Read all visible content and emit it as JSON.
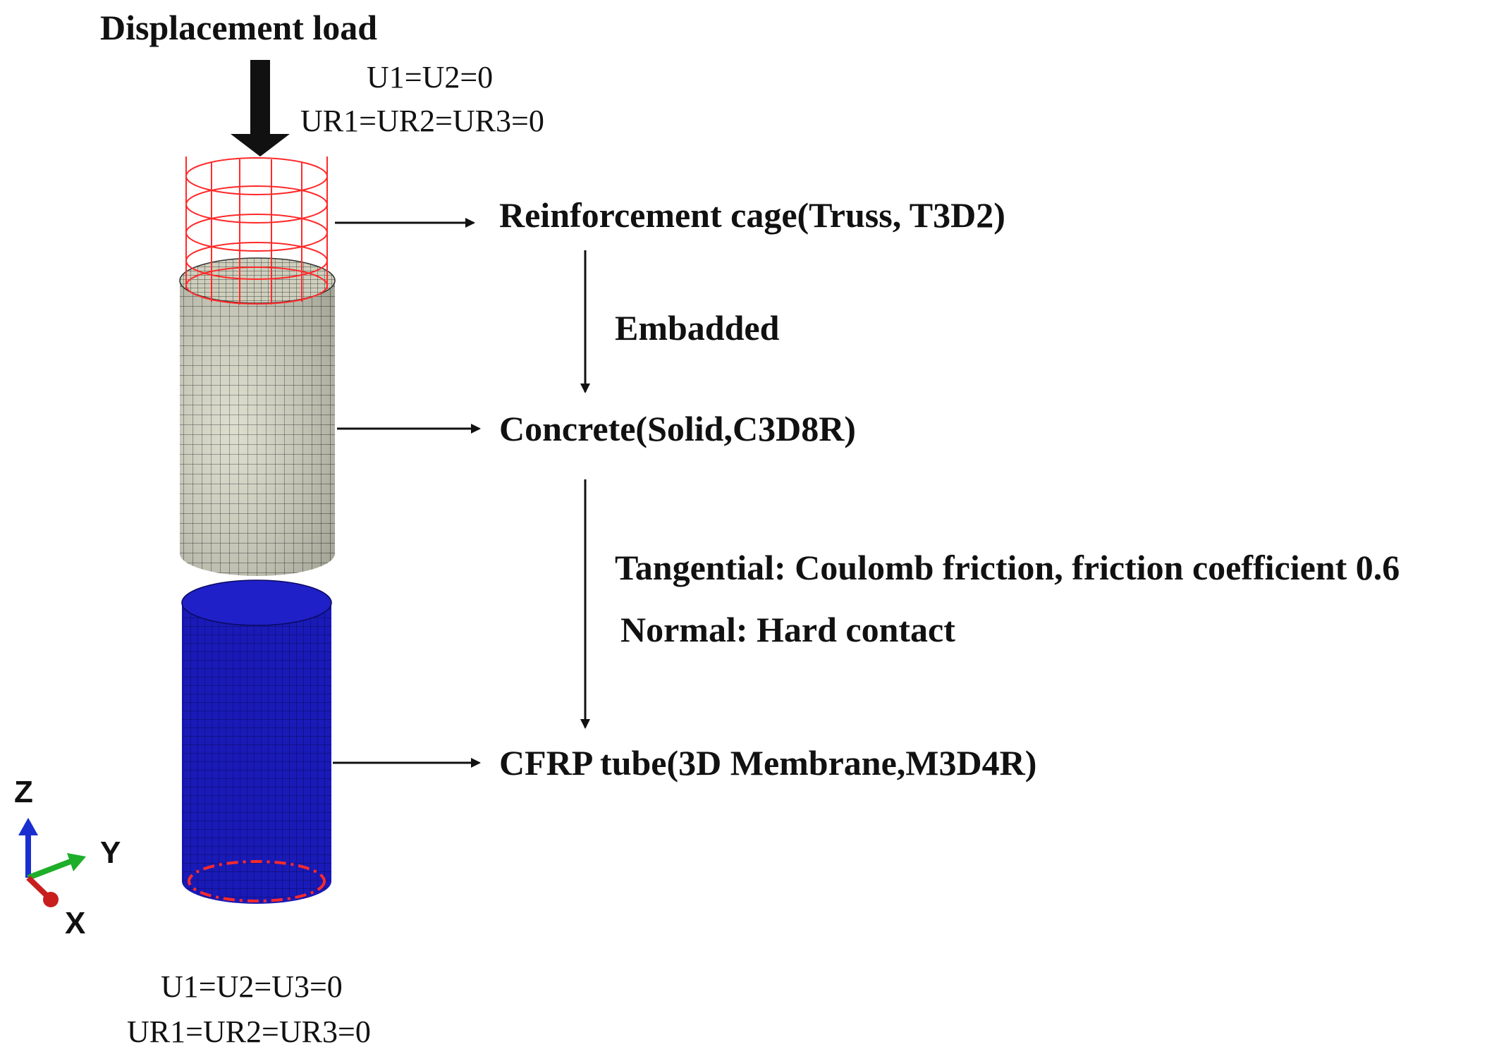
{
  "load": {
    "title": "Displacement load",
    "top_bc_line1": "U1=U2=0",
    "top_bc_line2": "UR1=UR2=UR3=0"
  },
  "components": {
    "reinforcement": "Reinforcement cage(Truss, T3D2)",
    "embedded": "Embadded",
    "concrete": "Concrete(Solid,C3D8R)",
    "contact_tangential": "Tangential: Coulomb friction, friction coefficient 0.6",
    "contact_normal": "Normal: Hard contact",
    "cfrp": "CFRP tube(3D Membrane,M3D4R)"
  },
  "bottom_bc": {
    "line1": "U1=U2=U3=0",
    "line2": "UR1=UR2=UR3=0"
  },
  "axes": {
    "z": "Z",
    "y": "Y",
    "x": "X"
  },
  "colors": {
    "concrete": "#d9d9c8",
    "cfrp": "#1a1ab8",
    "cage": "#ff2a2a",
    "y_axis": "#1fae2a",
    "z_axis": "#1a2fd0",
    "x_axis": "#c81e1e"
  }
}
